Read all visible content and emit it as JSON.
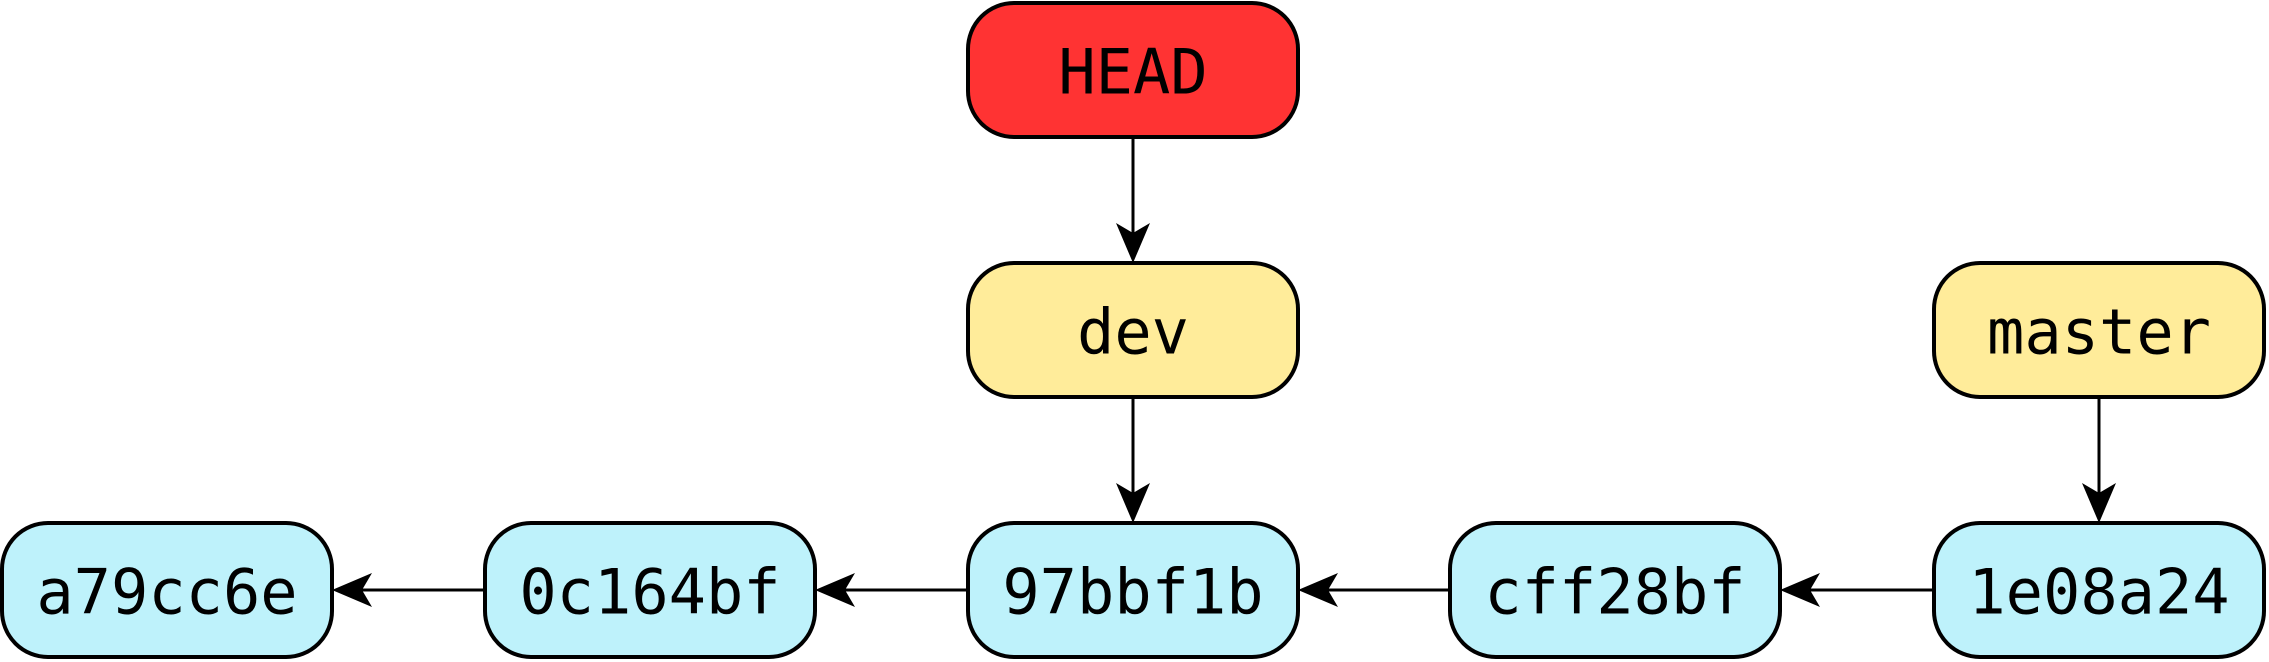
{
  "colors": {
    "head": "#FF3333",
    "branch": "#FFEC9A",
    "commit": "#BEF2FB",
    "stroke": "#000000"
  },
  "nodes": {
    "head": {
      "label": "HEAD",
      "kind": "head"
    },
    "dev": {
      "label": "dev",
      "kind": "branch"
    },
    "master": {
      "label": "master",
      "kind": "branch"
    },
    "c1": {
      "label": "a79cc6e",
      "kind": "commit"
    },
    "c2": {
      "label": "0c164bf",
      "kind": "commit"
    },
    "c3": {
      "label": "97bbf1b",
      "kind": "commit"
    },
    "c4": {
      "label": "cff28bf",
      "kind": "commit"
    },
    "c5": {
      "label": "1e08a24",
      "kind": "commit"
    }
  },
  "edges": [
    {
      "from": "head",
      "to": "dev"
    },
    {
      "from": "dev",
      "to": "c3"
    },
    {
      "from": "master",
      "to": "c5"
    },
    {
      "from": "c2",
      "to": "c1"
    },
    {
      "from": "c3",
      "to": "c2"
    },
    {
      "from": "c4",
      "to": "c3"
    },
    {
      "from": "c5",
      "to": "c4"
    }
  ]
}
